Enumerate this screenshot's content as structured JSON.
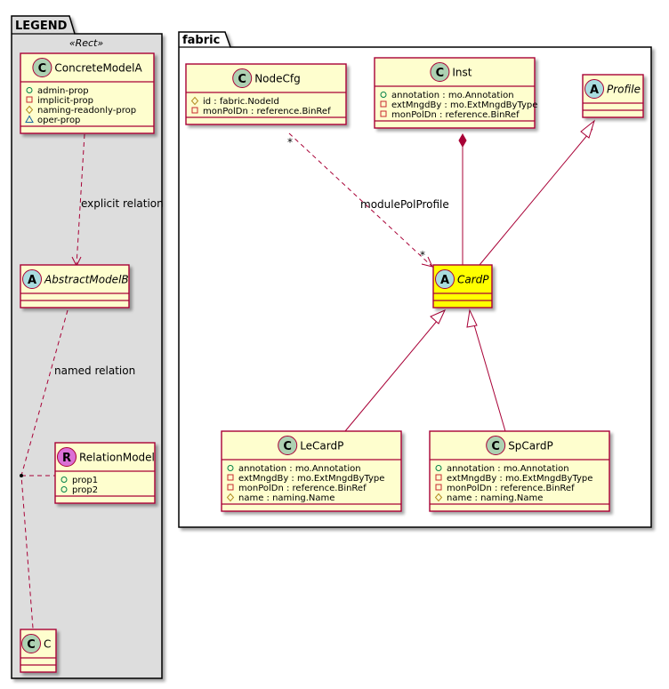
{
  "legend": {
    "package_name": "LEGEND",
    "stereotype": "«Rect»",
    "concrete": {
      "name": "ConcreteModelA",
      "kind": "C",
      "attributes": [
        {
          "visibility": "public",
          "text": "admin-prop"
        },
        {
          "visibility": "private",
          "text": "implicit-prop"
        },
        {
          "visibility": "protected",
          "text": "naming-readonly-prop"
        },
        {
          "visibility": "package",
          "text": "oper-prop"
        }
      ]
    },
    "abstract": {
      "name": "AbstractModelB",
      "kind": "A"
    },
    "relation_model": {
      "name": "RelationModel",
      "kind": "R",
      "attributes": [
        {
          "visibility": "public",
          "text": "prop1"
        },
        {
          "visibility": "public",
          "text": "prop2"
        }
      ]
    },
    "target": {
      "name": "C",
      "kind": "C"
    },
    "edges": {
      "explicit": "explicit relation",
      "named": "named relation"
    }
  },
  "fabric": {
    "package_name": "fabric",
    "nodecfg": {
      "name": "NodeCfg",
      "kind": "C",
      "attributes": [
        {
          "visibility": "protected",
          "text": "id : fabric.NodeId"
        },
        {
          "visibility": "private",
          "text": "monPolDn : reference.BinRef"
        }
      ]
    },
    "inst": {
      "name": "Inst",
      "kind": "C",
      "attributes": [
        {
          "visibility": "public",
          "text": "annotation : mo.Annotation"
        },
        {
          "visibility": "private",
          "text": "extMngdBy : mo.ExtMngdByType"
        },
        {
          "visibility": "private",
          "text": "monPolDn : reference.BinRef"
        }
      ]
    },
    "profile": {
      "name": "Profile",
      "kind": "A"
    },
    "cardp": {
      "name": "CardP",
      "kind": "A",
      "highlight": "#ffff00"
    },
    "lecardp": {
      "name": "LeCardP",
      "kind": "C",
      "attributes": [
        {
          "visibility": "public",
          "text": "annotation : mo.Annotation"
        },
        {
          "visibility": "private",
          "text": "extMngdBy : mo.ExtMngdByType"
        },
        {
          "visibility": "private",
          "text": "monPolDn : reference.BinRef"
        },
        {
          "visibility": "protected",
          "text": "name : naming.Name"
        }
      ]
    },
    "spcardp": {
      "name": "SpCardP",
      "kind": "C",
      "attributes": [
        {
          "visibility": "public",
          "text": "annotation : mo.Annotation"
        },
        {
          "visibility": "private",
          "text": "extMngdBy : mo.ExtMngdByType"
        },
        {
          "visibility": "private",
          "text": "monPolDn : reference.BinRef"
        },
        {
          "visibility": "protected",
          "text": "name : naming.Name"
        }
      ]
    },
    "edges": {
      "module_pol_profile": "modulePolProfile",
      "source_multiplicity": "*",
      "target_multiplicity": "*"
    }
  },
  "colors": {
    "class_fill": "#fefece",
    "class_border": "#a80036",
    "edge": "#a80036",
    "legend_bg": "#dddddd",
    "circle_c": "#add1b2",
    "circle_a": "#a9dcdf",
    "circle_r": "#da70d6",
    "vis_public": "#038048",
    "vis_private": "#c82930",
    "vis_protected": "#b38d22",
    "vis_package": "#1963a0"
  }
}
